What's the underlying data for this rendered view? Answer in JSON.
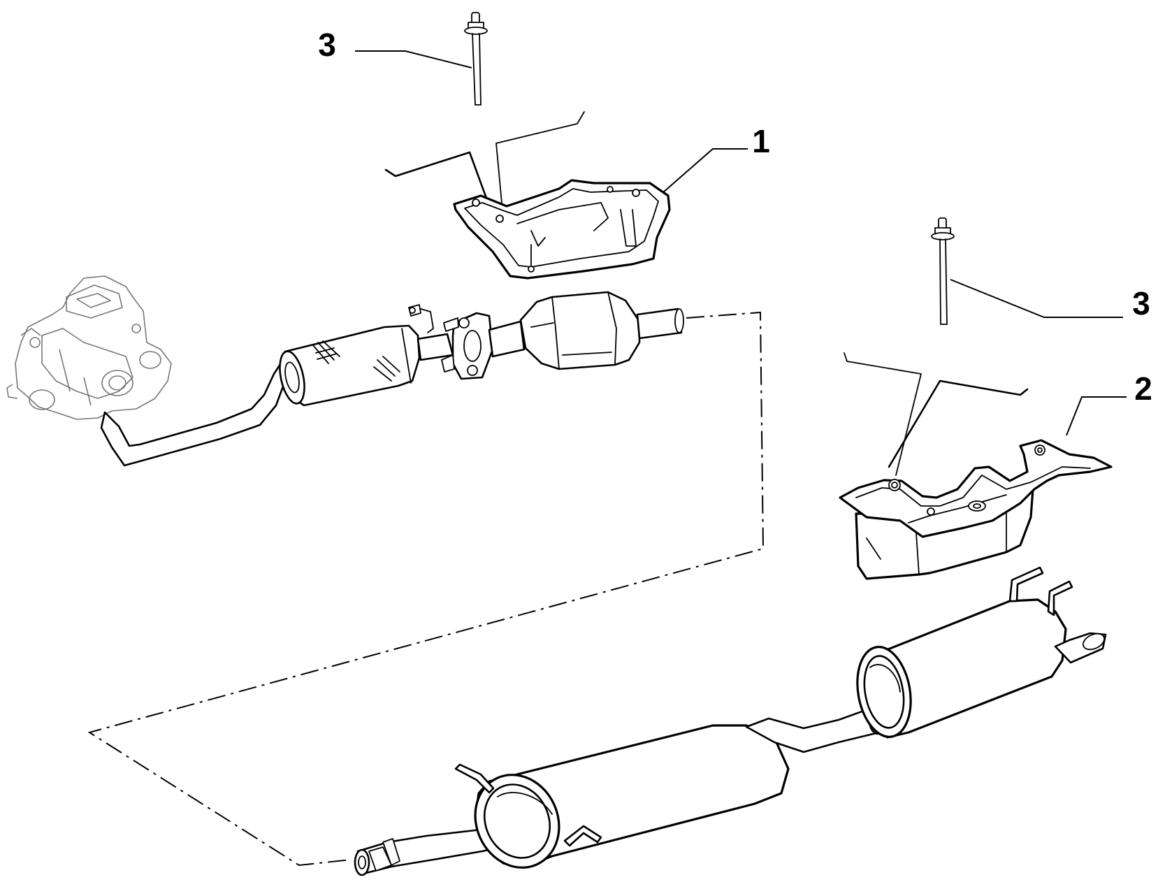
{
  "callouts": [
    {
      "id": "callout-3-top",
      "label": "3"
    },
    {
      "id": "callout-1",
      "label": "1"
    },
    {
      "id": "callout-3-right",
      "label": "3"
    },
    {
      "id": "callout-2",
      "label": "2"
    }
  ]
}
